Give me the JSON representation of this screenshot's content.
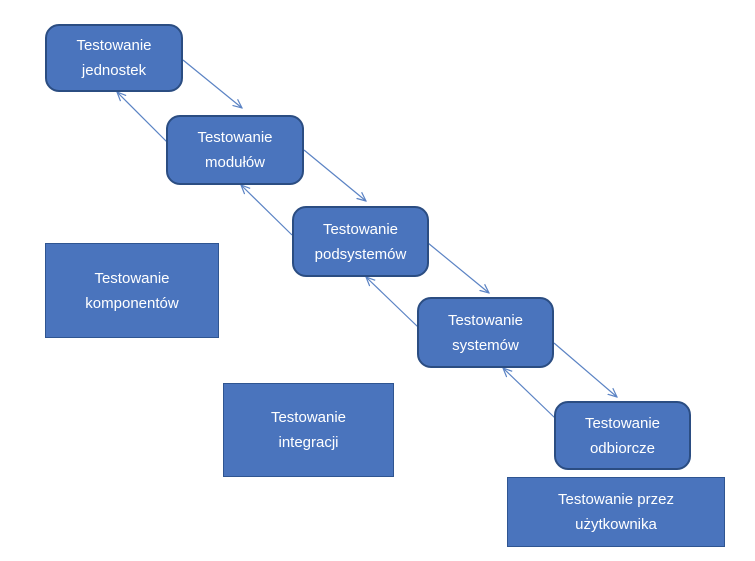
{
  "colors": {
    "box_fill": "#4a74bd",
    "box_border": "#2b4d82",
    "box_text": "#ffffff",
    "arrow": "#5b83c4"
  },
  "levels": [
    {
      "line1": "Testowanie",
      "line2": "jednostek"
    },
    {
      "line1": "Testowanie",
      "line2": "modułów"
    },
    {
      "line1": "Testowanie",
      "line2": "podsystemów"
    },
    {
      "line1": "Testowanie",
      "line2": "systemów"
    },
    {
      "line1": "Testowanie",
      "line2": "odbiorcze"
    }
  ],
  "groups": {
    "komponentow": {
      "line1": "Testowanie",
      "line2": "komponentów"
    },
    "integracji": {
      "line1": "Testowanie",
      "line2": "integracji"
    },
    "uzytkownika": {
      "line1": "Testowanie przez",
      "line2": "użytkownika"
    }
  }
}
